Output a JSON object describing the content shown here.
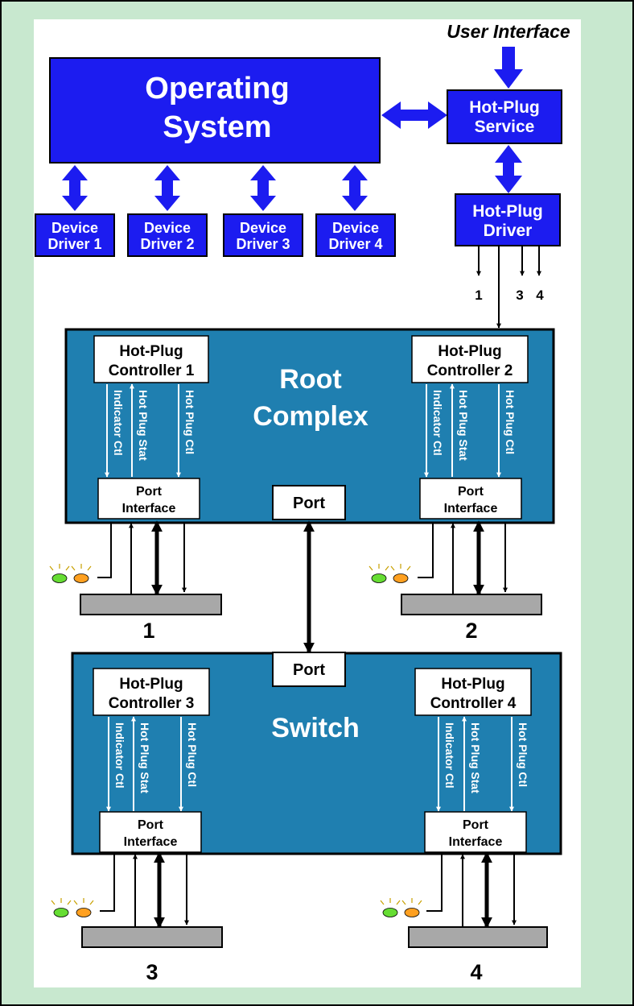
{
  "colors": {
    "outer_bg": "#c8e8cf",
    "panel_bg": "#ffffff",
    "os_blue": "#1c1cf0",
    "complex_blue": "#1f7fb0",
    "slot_gray": "#a8a8a8",
    "led_green": "#66dd33",
    "led_orange": "#ffa020"
  },
  "user_interface": "User Interface",
  "operating_system": {
    "line1": "Operating",
    "line2": "System"
  },
  "hotplug_service": {
    "line1": "Hot-Plug",
    "line2": "Service"
  },
  "hotplug_driver": {
    "line1": "Hot-Plug",
    "line2": "Driver"
  },
  "device_drivers": [
    {
      "line1": "Device",
      "line2": "Driver 1"
    },
    {
      "line1": "Device",
      "line2": "Driver 2"
    },
    {
      "line1": "Device",
      "line2": "Driver 3"
    },
    {
      "line1": "Device",
      "line2": "Driver 4"
    }
  ],
  "driver_outputs": [
    "1",
    "3",
    "4"
  ],
  "root_complex": {
    "line1": "Root",
    "line2": "Complex"
  },
  "switch": {
    "title": "Switch"
  },
  "port_label": "Port",
  "controllers": [
    {
      "line1": "Hot-Plug",
      "line2": "Controller 1"
    },
    {
      "line1": "Hot-Plug",
      "line2": "Controller 2"
    },
    {
      "line1": "Hot-Plug",
      "line2": "Controller 3"
    },
    {
      "line1": "Hot-Plug",
      "line2": "Controller 4"
    }
  ],
  "port_interface": {
    "line1": "Port",
    "line2": "Interface"
  },
  "signals": {
    "indicator": "Indicator Ctl",
    "status": "Hot Plug Stat",
    "control": "Hot Plug Ctl"
  },
  "slots": [
    "1",
    "2",
    "3",
    "4"
  ]
}
